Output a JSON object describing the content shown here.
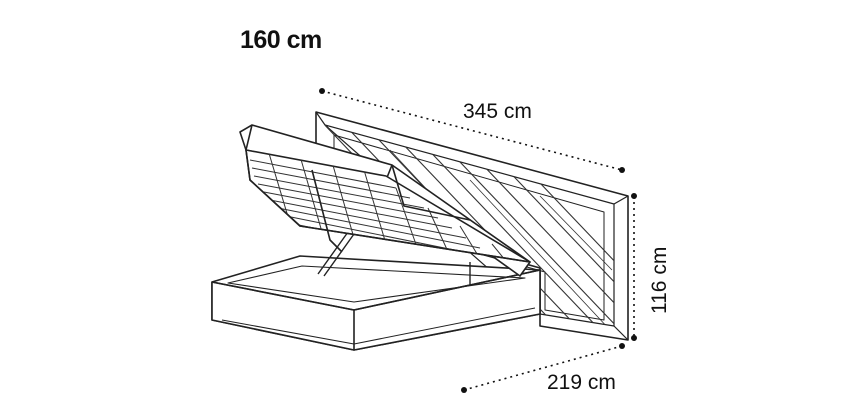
{
  "mattress_size": "160 cm",
  "dimensions": {
    "width": "345 cm",
    "height": "116 cm",
    "length": "219 cm"
  }
}
